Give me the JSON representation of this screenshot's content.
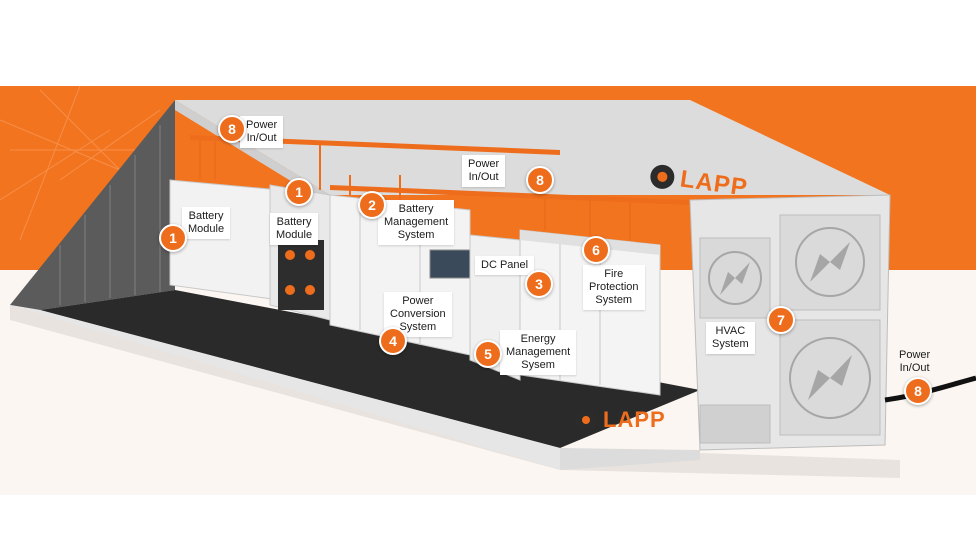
{
  "brand": {
    "name": "LAPP",
    "accent": "#ee6d1c",
    "background_band": "#f3741f"
  },
  "callouts": [
    {
      "id": "battery-module-left",
      "number": "1",
      "label": "Battery\nModule"
    },
    {
      "id": "battery-module-center",
      "number": "1",
      "label": "Battery\nModule"
    },
    {
      "id": "battery-management-system",
      "number": "2",
      "label": "Battery\nManagement\nSystem"
    },
    {
      "id": "dc-panel",
      "number": "3",
      "label": "DC Panel"
    },
    {
      "id": "power-conversion-system",
      "number": "4",
      "label": "Power\nConversion\nSystem"
    },
    {
      "id": "energy-management-system",
      "number": "5",
      "label": "Energy\nManagement\nSysem"
    },
    {
      "id": "fire-protection-system",
      "number": "6",
      "label": "Fire\nProtection\nSystem"
    },
    {
      "id": "hvac-system",
      "number": "7",
      "label": "HVAC\nSystem"
    },
    {
      "id": "power-in-out-left",
      "number": "8",
      "label": "Power\nIn/Out"
    },
    {
      "id": "power-in-out-center",
      "number": "8",
      "label": "Power\nIn/Out"
    },
    {
      "id": "power-in-out-right",
      "number": "8",
      "label": "Power\nIn/Out"
    }
  ]
}
